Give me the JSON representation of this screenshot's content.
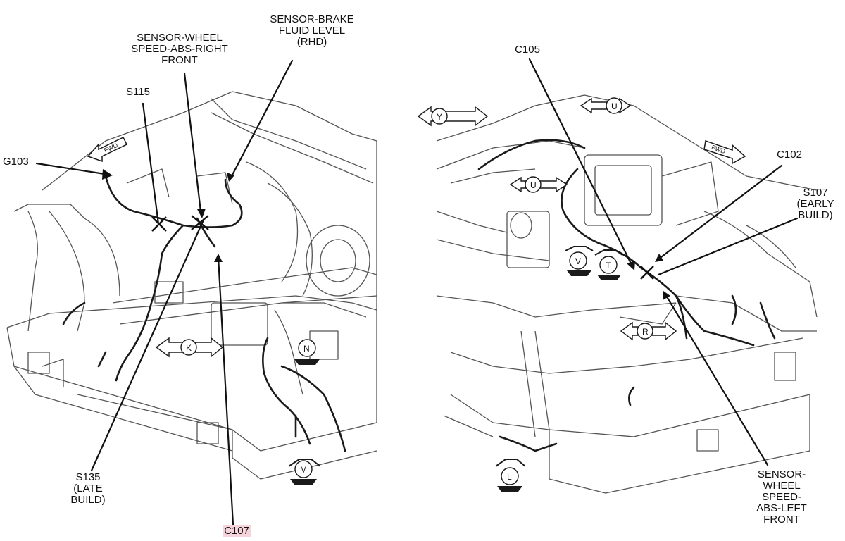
{
  "labels": {
    "sensor_brake_fluid": "SENSOR-BRAKE\nFLUID LEVEL\n(RHD)",
    "sensor_wheel_right": "SENSOR-WHEEL\nSPEED-ABS-RIGHT\nFRONT",
    "s115": "S115",
    "g103": "G103",
    "s135": "S135\n(LATE\nBUILD)",
    "c107": "C107",
    "c105": "C105",
    "c102": "C102",
    "s107": "S107\n(EARLY\nBUILD)",
    "sensor_wheel_left": "SENSOR-\nWHEEL\nSPEED-\nABS-LEFT\nFRONT"
  },
  "view_markers": {
    "left": [
      "FWD",
      "K",
      "N",
      "M"
    ],
    "right": [
      "FWD",
      "Y",
      "U",
      "U",
      "V",
      "T",
      "R",
      "L"
    ]
  },
  "colors": {
    "line": "#1a1a1a",
    "sketch": "#555555",
    "highlight": "#f6d4dc"
  }
}
